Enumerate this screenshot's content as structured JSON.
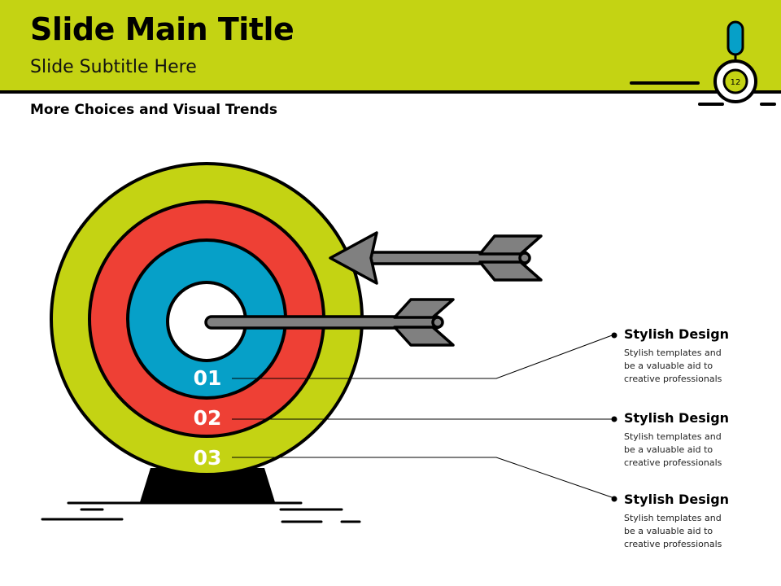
{
  "header": {
    "title": "Slide Main Title",
    "subtitle": "Slide Subtitle Here",
    "page_number": "12"
  },
  "section_title": "More Choices and Visual Trends",
  "rings": [
    {
      "label": "01"
    },
    {
      "label": "02"
    },
    {
      "label": "03"
    }
  ],
  "items": [
    {
      "title": "Stylish Design",
      "text": "Stylish templates and be a valuable  aid to creative  professionals"
    },
    {
      "title": "Stylish Design",
      "text": "Stylish templates and be a valuable  aid to creative  professionals"
    },
    {
      "title": "Stylish Design",
      "text": "Stylish templates and be a valuable  aid to creative  professionals"
    }
  ],
  "colors": {
    "lime": "#c4d313",
    "red": "#ee4035",
    "blue": "#06a0c8",
    "gray": "#808080"
  }
}
